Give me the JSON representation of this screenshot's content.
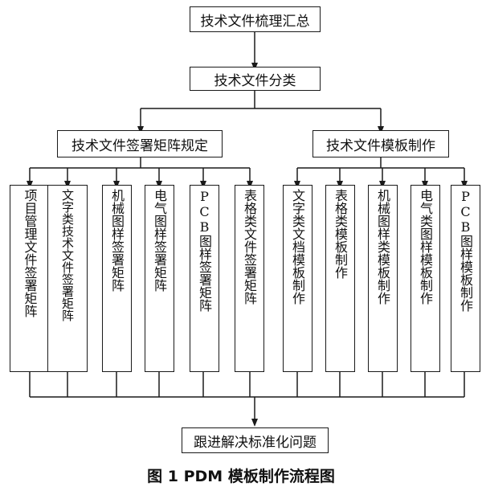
{
  "nodes": {
    "root": "技术文件梳理汇总",
    "classify": "技术文件分类",
    "left_group": "技术文件签署矩阵规定",
    "right_group": "技术文件模板制作",
    "left_items": [
      "项目管理文件签署矩阵",
      "文字类技术文件签署矩阵",
      "机械图样签署矩阵",
      "电气图样签署矩阵",
      "PCB图样签署矩阵",
      "表格类文件签署矩阵"
    ],
    "right_items": [
      "文字类文档模板制作",
      "表格类模板制作",
      "机械图样类模板制作",
      "电气类图样模板制作",
      "PCB图样模板制作"
    ],
    "final": "跟进解决标准化问题"
  },
  "caption": "图 1   PDM 模板制作流程图"
}
